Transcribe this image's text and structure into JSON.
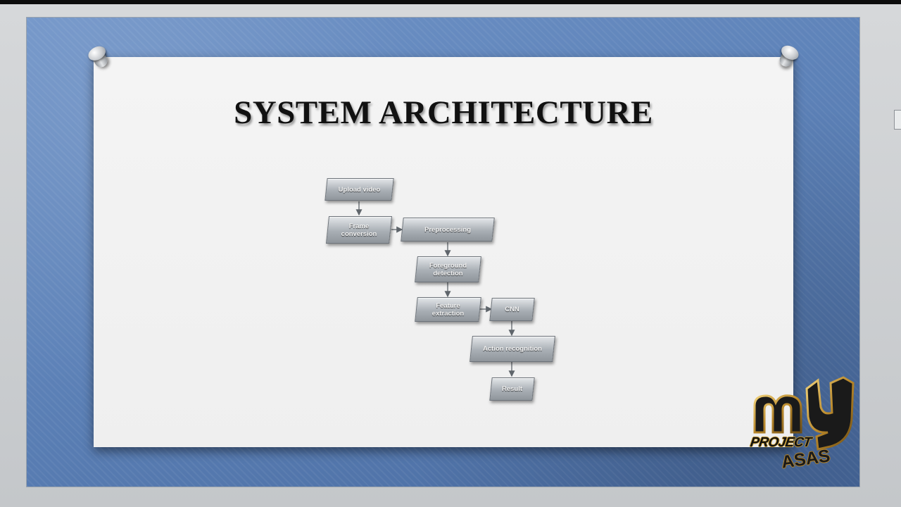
{
  "slide": {
    "title": "SYSTEM ARCHITECTURE"
  },
  "diagram": {
    "nodes": [
      {
        "id": "upload",
        "label": "Upload video"
      },
      {
        "id": "frame",
        "label": "Frame\nconversion"
      },
      {
        "id": "prep",
        "label": "Preprocessing"
      },
      {
        "id": "fg",
        "label": "Foreground\ndetection"
      },
      {
        "id": "feat",
        "label": "Feature\nextraction"
      },
      {
        "id": "cnn",
        "label": "CNN"
      },
      {
        "id": "action",
        "label": "Action recognition"
      },
      {
        "id": "result",
        "label": "Result"
      }
    ]
  },
  "logo": {
    "project_text": "PROJECT",
    "bottom_text": "ASAS",
    "icon": "myc-logo-icon",
    "colors": {
      "gold": "#c69a33",
      "dark": "#111111"
    }
  },
  "colors": {
    "background_blue": "#5d82b8",
    "paper": "#f2f2f2",
    "title": "#111111"
  }
}
